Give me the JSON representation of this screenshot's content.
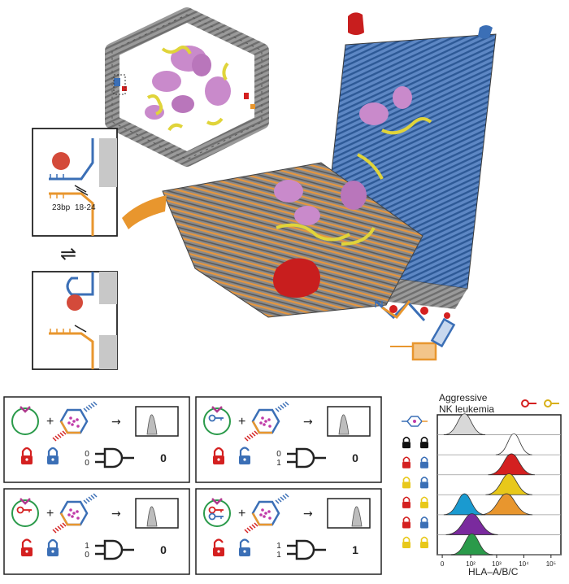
{
  "schematic": {
    "stem_label_1": "23bp",
    "stem_label_2": "18-24",
    "equilibrium_symbol": "⇌"
  },
  "logic_gates": [
    {
      "input_a": "0",
      "input_b": "0",
      "output": "0"
    },
    {
      "input_a": "0",
      "input_b": "1",
      "output": "0"
    },
    {
      "input_a": "1",
      "input_b": "0",
      "output": "0"
    },
    {
      "input_a": "1",
      "input_b": "1",
      "output": "1"
    }
  ],
  "flow_panel": {
    "title_line1": "Aggressive",
    "title_line2": "NK leukemia",
    "x_axis_label": "HLA–A/B/C",
    "tick_labels": [
      "0",
      "10²",
      "10³",
      "10⁴",
      "10⁵"
    ]
  },
  "colors": {
    "blue": "#3b6fb6",
    "orange": "#e8962e",
    "red": "#d42020",
    "yellow": "#e8c81a",
    "violet": "#7a2a9e",
    "green": "#2a9a4a",
    "teal": "#1a9ad0",
    "pink": "#d88fd8",
    "grey": "#8c8c8c"
  }
}
